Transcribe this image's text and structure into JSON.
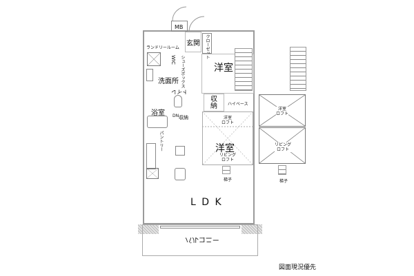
{
  "floor_plan": {
    "rooms": {
      "mb": "MB",
      "entrance": "玄関",
      "closet": "クローゼット",
      "laundry_room": "ランドリールーム",
      "wic": "WIC",
      "shoe_box": "シューズボックス",
      "western_room_upper": "洋室",
      "washroom": "洗面所",
      "toilet": "トイレ",
      "bath": "浴室",
      "storage_small": "収納",
      "dn": "DN",
      "storage": "収納",
      "high_base": "ハイベース",
      "pantry": "パントリー",
      "western_loft_label": "洋室\nロフト",
      "western_room_lower": "洋室",
      "living_loft_label": "リビング\nロフト",
      "ladder": "梯子",
      "ldk": "L D K",
      "balcony": "バルコニー"
    },
    "loft_plan": {
      "western_loft": "洋室\nロフト",
      "living_loft": "リビング\nロフト",
      "ladder": "梯子"
    },
    "note": "図面現況優先"
  }
}
